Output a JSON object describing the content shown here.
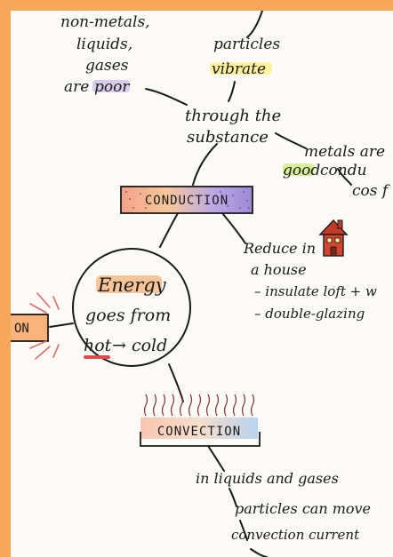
{
  "colors": {
    "border": "#f6a85a",
    "paper": "#fbfaf6",
    "ink": "#1a1a1a",
    "hl_purple": "#c9b8e6",
    "hl_yellow": "#fff08a",
    "hl_green": "#d4ec8a",
    "hl_orange": "#f8b27a",
    "hl_red": "#e04a4a",
    "hl_blue": "#9fc6f0"
  },
  "icons": [
    "house-icon",
    "heat-rays-icon",
    "heat-waves-icon"
  ],
  "notes": {
    "nonmetals_l1": "non-metals,",
    "nonmetals_l2": "liquids,",
    "nonmetals_l3": "gases",
    "nonmetals_l4a": "are",
    "nonmetals_l4b": "poor",
    "particles_l1": "particles",
    "particles_l2": "vibrate",
    "through_l1": "through the",
    "through_l2": "substance",
    "metals_l1": "metals are",
    "metals_l2a": "good",
    "metals_l2b": "condu",
    "metals_l3": "cos f",
    "reduce_l1": "Reduce in",
    "reduce_l2": "a house",
    "reduce_l3": "– insulate loft + w",
    "reduce_l4": "– double-glazing",
    "liquids_l1": "in liquids and gases",
    "liquids_l2": "particles can move",
    "liquids_l3": "convection current"
  },
  "labels": {
    "conduction": "CONDUCTION",
    "convection": "CONVECTION",
    "partial_box": "ON"
  },
  "center": {
    "l1": "Energy",
    "l2": "goes from",
    "l3a": "hot",
    "l3b": "→ cold"
  }
}
